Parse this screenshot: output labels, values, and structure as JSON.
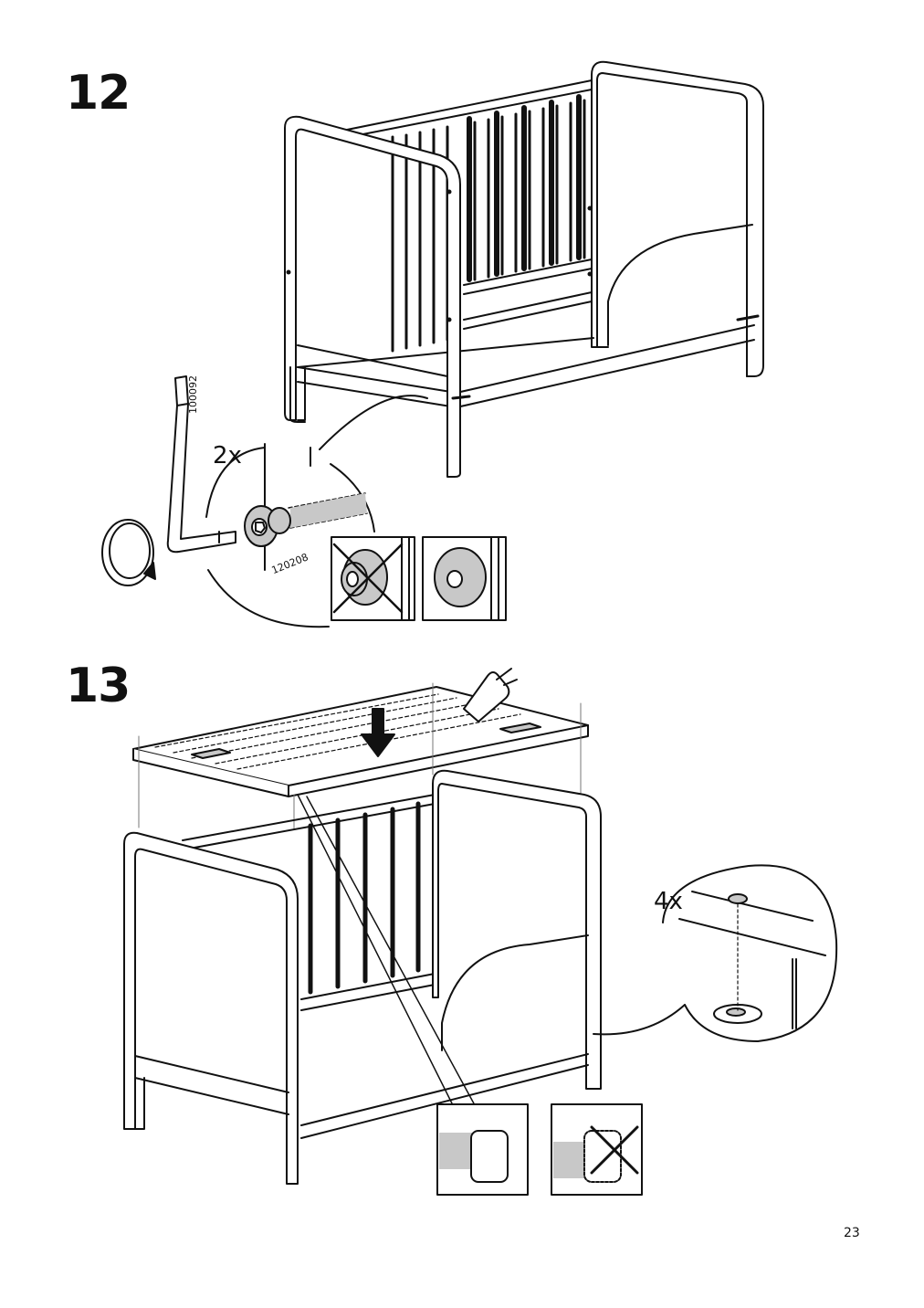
{
  "page_number": "23",
  "steps": [
    {
      "number": "12",
      "quantity": "2x",
      "parts": {
        "allen_key": "100092",
        "screw": "120208"
      },
      "panels": [
        {
          "name": "incorrect",
          "mark": "cross"
        },
        {
          "name": "correct",
          "mark": "none"
        }
      ]
    },
    {
      "number": "13",
      "quantity": "4x",
      "panels": [
        {
          "name": "correct",
          "mark": "none"
        },
        {
          "name": "incorrect",
          "mark": "cross"
        }
      ]
    }
  ],
  "icons": [
    "allen-key-icon",
    "rotate-arrow-icon",
    "down-arrow-icon",
    "press-hand-icon",
    "cross-icon"
  ],
  "colors": {
    "ink": "#111111",
    "fill_grey": "#c8c8c8",
    "light_grey": "#e6e6e6",
    "paper": "#ffffff"
  }
}
